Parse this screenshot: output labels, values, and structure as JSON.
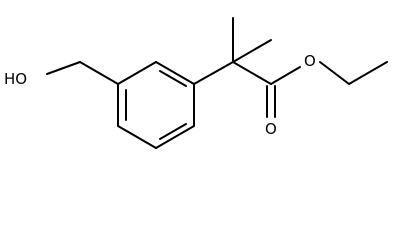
{
  "molecule": {
    "labels": {
      "hydroxyl": "HO",
      "carbonyl_oxygen": "O",
      "ester_oxygen": "O"
    },
    "colors": {
      "bond": "#000000",
      "background": "#ffffff"
    }
  }
}
